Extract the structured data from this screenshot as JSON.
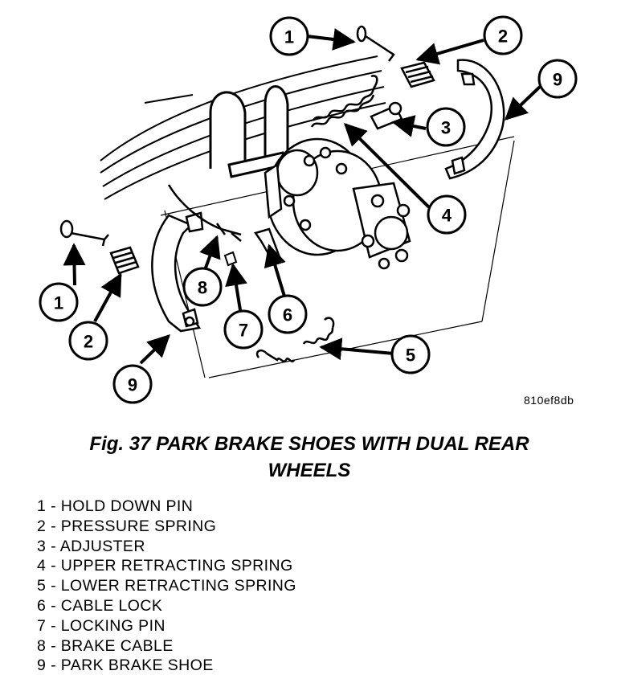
{
  "figure": {
    "code": "810ef8db",
    "callouts": [
      "1",
      "2",
      "3",
      "4",
      "5",
      "6",
      "7",
      "8",
      "9"
    ]
  },
  "caption": {
    "line1": "Fig. 37 PARK BRAKE SHOES WITH DUAL REAR",
    "line2": "WHEELS"
  },
  "legend": [
    "1 - HOLD DOWN PIN",
    "2 - PRESSURE SPRING",
    "3 - ADJUSTER",
    "4 - UPPER RETRACTING SPRING",
    "5 - LOWER RETRACTING SPRING",
    "6 - CABLE LOCK",
    "7 - LOCKING PIN",
    "8 - BRAKE CABLE",
    "9 - PARK BRAKE SHOE"
  ]
}
